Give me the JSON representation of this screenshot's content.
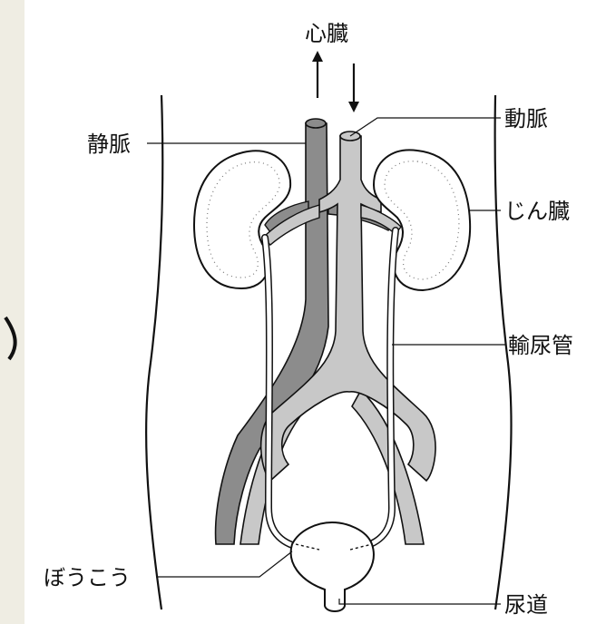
{
  "labels": {
    "heart": "心臓",
    "vein": "静脈",
    "artery": "動脈",
    "kidney": "じん臓",
    "ureter": "輸尿管",
    "bladder": "ぼうこう",
    "urethra": "尿道"
  },
  "colors": {
    "page_background": "#efede3",
    "panel_background": "#ffffff",
    "vein_fill": "#8c8c8c",
    "artery_fill": "#c8c8c8",
    "outline": "#111111",
    "organ_fill": "#ffffff"
  }
}
